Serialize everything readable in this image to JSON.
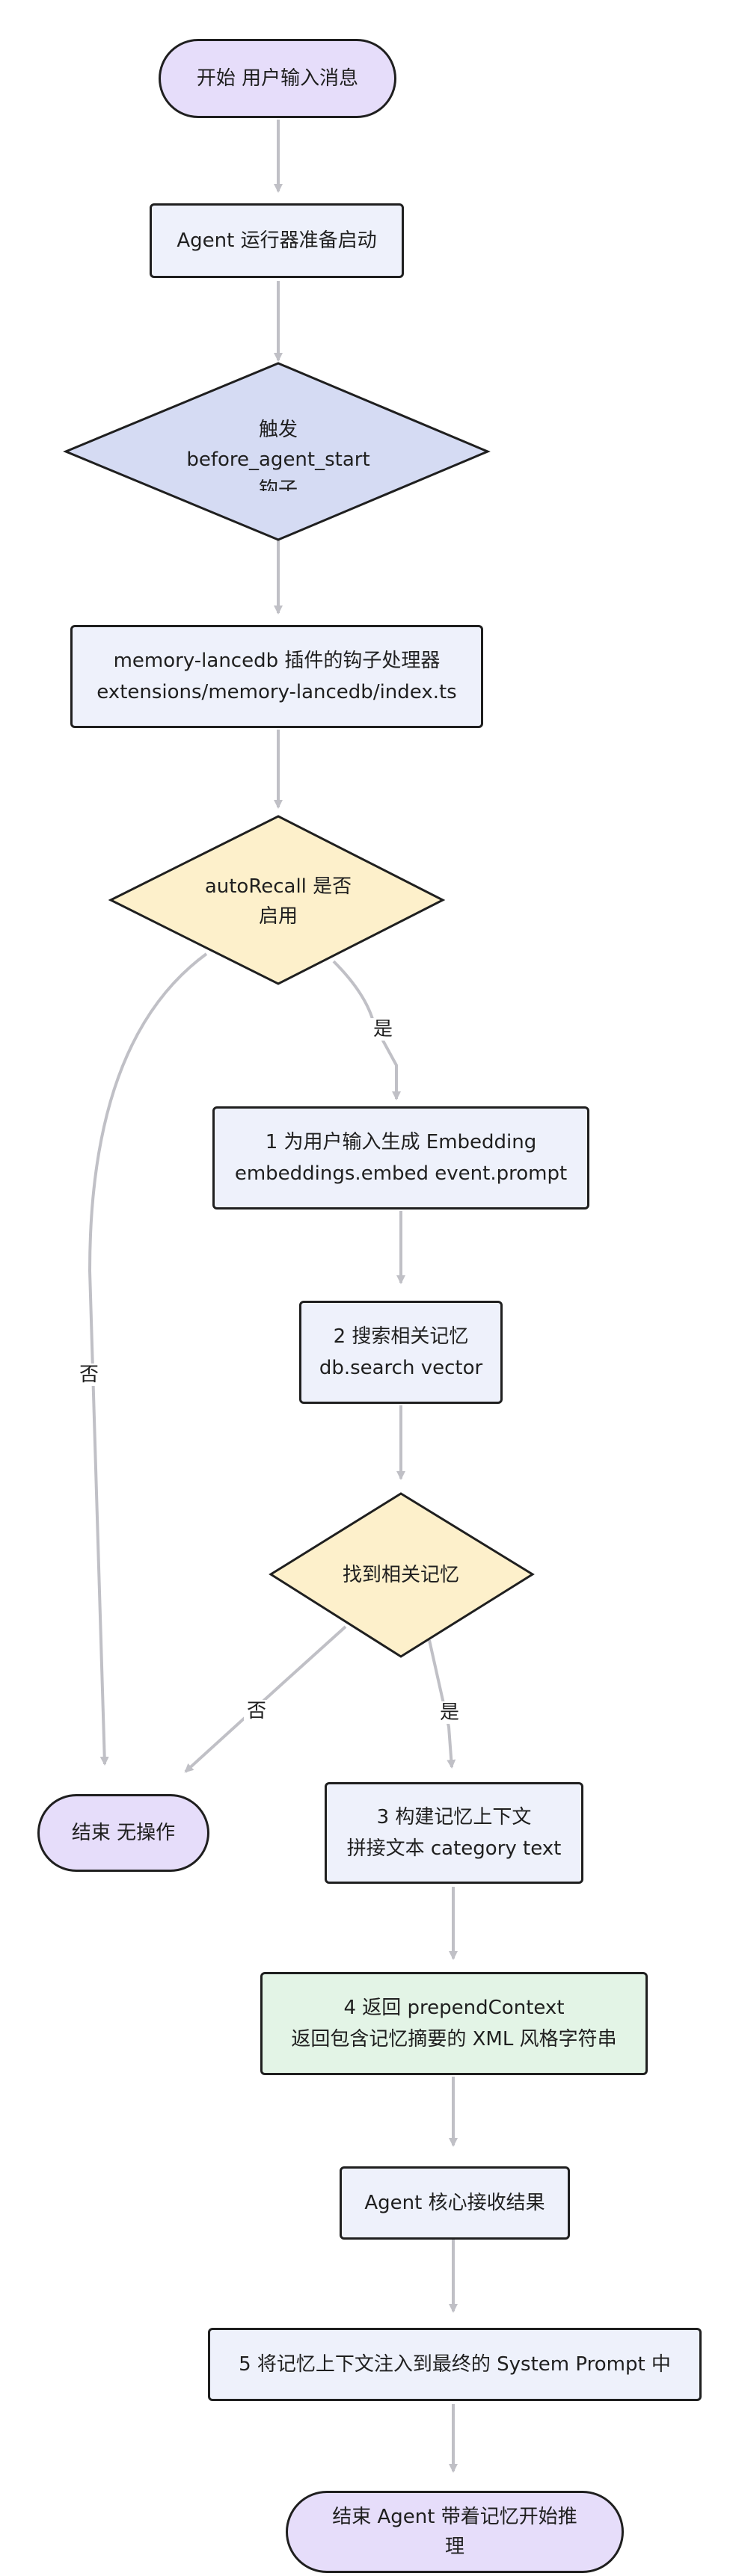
{
  "nodes": {
    "start": "开始 用户输入消息",
    "agent_prepare": "Agent 运行器准备启动",
    "trigger": [
      "触发",
      "before_agent_start",
      "钩子"
    ],
    "hook_handler": [
      "memory-lancedb 插件的钩子处理器",
      "extensions/memory-lancedb/index.ts"
    ],
    "autorecall": [
      "autoRecall 是否",
      "启用"
    ],
    "embedding": [
      "1 为用户输入生成 Embedding",
      "embeddings.embed event.prompt"
    ],
    "search": [
      "2 搜索相关记忆",
      "db.search vector"
    ],
    "found": "找到相关记忆",
    "end_noop": "结束 无操作",
    "build_context": [
      "3 构建记忆上下文",
      "拼接文本 category text"
    ],
    "prepend": [
      "4 返回 prependContext",
      "返回包含记忆摘要的 XML 风格字符串"
    ],
    "core_receive": "Agent 核心接收结果",
    "inject": "5 将记忆上下文注入到最终的 System Prompt 中",
    "end_final": [
      "结束 Agent 带着记忆开始推",
      "理"
    ]
  },
  "edges": {
    "yes": "是",
    "no": "否"
  },
  "colors": {
    "line": "#c0c0c6",
    "border": "#1f1f1f",
    "rect_fill": "#eef1fb",
    "pill_fill": "#e6ddfa",
    "trigger_fill": "#d5dbf3",
    "decision_fill": "#fdf0cb",
    "green_fill": "#e3f4e6"
  }
}
